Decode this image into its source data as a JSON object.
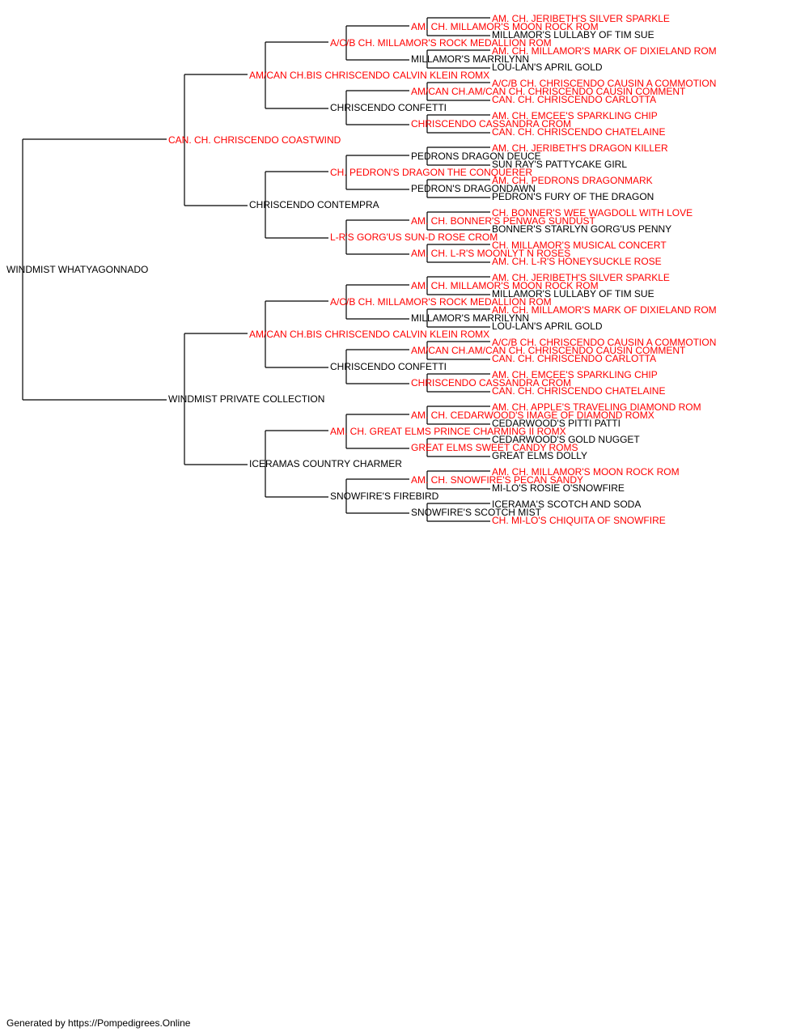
{
  "colors": {
    "champion": "#ff0000",
    "normal": "#000000",
    "line": "#000000"
  },
  "pedigree": {
    "name": "WINDMIST WHATYAGONNADO",
    "champion": false,
    "sire": {
      "name": "CAN. CH. CHRISCENDO COASTWIND",
      "champion": true,
      "sire": {
        "name": "AM/CAN CH.BIS CHRISCENDO CALVIN KLEIN ROMX",
        "champion": true,
        "sire": {
          "name": "A/C/B CH. MILLAMOR'S ROCK MEDALLION ROM",
          "champion": true,
          "sire": {
            "name": "AM. CH. MILLAMOR'S MOON ROCK ROM",
            "champion": true,
            "sire": {
              "name": "AM. CH. JERIBETH'S SILVER SPARKLE",
              "champion": true
            },
            "dam": {
              "name": "MILLAMOR'S LULLABY OF TIM SUE",
              "champion": false
            }
          },
          "dam": {
            "name": "MILLAMOR'S MARRILYNN",
            "champion": false,
            "sire": {
              "name": "AM. CH. MILLAMOR'S MARK OF DIXIELAND ROM",
              "champion": true
            },
            "dam": {
              "name": "LOU-LAN'S APRIL GOLD",
              "champion": false
            }
          }
        },
        "dam": {
          "name": "CHRISCENDO CONFETTI",
          "champion": false,
          "sire": {
            "name": "AM/CAN CH.AM/CAN CH. CHRISCENDO CAUSIN COMMENT",
            "champion": true,
            "sire": {
              "name": "A/C/B CH. CHRISCENDO CAUSIN A COMMOTION",
              "champion": true
            },
            "dam": {
              "name": "CAN. CH. CHRISCENDO CARLOTTA",
              "champion": true
            }
          },
          "dam": {
            "name": "CHRISCENDO CASSANDRA CROM",
            "champion": true,
            "sire": {
              "name": "AM. CH. EMCEE'S SPARKLING CHIP",
              "champion": true
            },
            "dam": {
              "name": "CAN. CH. CHRISCENDO CHATELAINE",
              "champion": true
            }
          }
        }
      },
      "dam": {
        "name": "CHRISCENDO CONTEMPRA",
        "champion": false,
        "sire": {
          "name": "CH. PEDRON'S DRAGON THE CONQUERER",
          "champion": true,
          "sire": {
            "name": "PEDRONS DRAGON DEUCE",
            "champion": false,
            "sire": {
              "name": "AM. CH. JERIBETH'S DRAGON KILLER",
              "champion": true
            },
            "dam": {
              "name": "SUN RAY'S PATTYCAKE GIRL",
              "champion": false
            }
          },
          "dam": {
            "name": "PEDRON'S DRAGONDAWN",
            "champion": false,
            "sire": {
              "name": "AM. CH. PEDRONS DRAGONMARK",
              "champion": true
            },
            "dam": {
              "name": "PEDRON'S FURY OF THE DRAGON",
              "champion": false
            }
          }
        },
        "dam": {
          "name": "L-R'S GORG'US SUN-D ROSE CROM",
          "champion": true,
          "sire": {
            "name": "AM. CH. BONNER'S PENWAG SUNDUST",
            "champion": true,
            "sire": {
              "name": "CH. BONNER'S WEE WAGDOLL WITH LOVE",
              "champion": true
            },
            "dam": {
              "name": "BONNER'S STARLYN GORG'US PENNY",
              "champion": false
            }
          },
          "dam": {
            "name": "AM. CH. L-R'S MOONLYT N ROSES",
            "champion": true,
            "sire": {
              "name": "CH. MILLAMOR'S MUSICAL CONCERT",
              "champion": true
            },
            "dam": {
              "name": "AM. CH. L-R'S HONEYSUCKLE ROSE",
              "champion": true
            }
          }
        }
      }
    },
    "dam": {
      "name": "WINDMIST PRIVATE COLLECTION",
      "champion": false,
      "sire": {
        "name": "AM/CAN CH.BIS CHRISCENDO CALVIN KLEIN ROMX",
        "champion": true,
        "sire": {
          "name": "A/C/B CH. MILLAMOR'S ROCK MEDALLION ROM",
          "champion": true,
          "sire": {
            "name": "AM. CH. MILLAMOR'S MOON ROCK ROM",
            "champion": true,
            "sire": {
              "name": "AM. CH. JERIBETH'S SILVER SPARKLE",
              "champion": true
            },
            "dam": {
              "name": "MILLAMOR'S LULLABY OF TIM SUE",
              "champion": false
            }
          },
          "dam": {
            "name": "MILLAMOR'S MARRILYNN",
            "champion": false,
            "sire": {
              "name": "AM. CH. MILLAMOR'S MARK OF DIXIELAND ROM",
              "champion": true
            },
            "dam": {
              "name": "LOU-LAN'S APRIL GOLD",
              "champion": false
            }
          }
        },
        "dam": {
          "name": "CHRISCENDO CONFETTI",
          "champion": false,
          "sire": {
            "name": "AM/CAN CH.AM/CAN CH. CHRISCENDO CAUSIN COMMENT",
            "champion": true,
            "sire": {
              "name": "A/C/B CH. CHRISCENDO CAUSIN A COMMOTION",
              "champion": true
            },
            "dam": {
              "name": "CAN. CH. CHRISCENDO CARLOTTA",
              "champion": true
            }
          },
          "dam": {
            "name": "CHRISCENDO CASSANDRA CROM",
            "champion": true,
            "sire": {
              "name": "AM. CH. EMCEE'S SPARKLING CHIP",
              "champion": true
            },
            "dam": {
              "name": "CAN. CH. CHRISCENDO CHATELAINE",
              "champion": true
            }
          }
        }
      },
      "dam": {
        "name": "ICERAMAS COUNTRY CHARMER",
        "champion": false,
        "sire": {
          "name": "AM. CH. GREAT ELMS PRINCE CHARMING II ROMX",
          "champion": true,
          "sire": {
            "name": "AM. CH. CEDARWOOD'S IMAGE OF DIAMOND ROMX",
            "champion": true,
            "sire": {
              "name": "AM. CH. APPLE'S TRAVELING DIAMOND ROM",
              "champion": true
            },
            "dam": {
              "name": "CEDARWOOD'S PITTI PATTI",
              "champion": false
            }
          },
          "dam": {
            "name": "GREAT ELMS SWEET CANDY ROMS",
            "champion": true,
            "sire": {
              "name": "CEDARWOOD'S GOLD NUGGET",
              "champion": false
            },
            "dam": {
              "name": "GREAT ELMS DOLLY",
              "champion": false
            }
          }
        },
        "dam": {
          "name": "SNOWFIRE'S FIREBIRD",
          "champion": false,
          "sire": {
            "name": "AM. CH. SNOWFIRE'S PECAN SANDY",
            "champion": true,
            "sire": {
              "name": "AM. CH. MILLAMOR'S MOON ROCK ROM",
              "champion": true
            },
            "dam": {
              "name": "MI-LO'S ROSIE O'SNOWFIRE",
              "champion": false
            }
          },
          "dam": {
            "name": "SNOWFIRE'S SCOTCH MIST",
            "champion": false,
            "sire": {
              "name": "ICERAMA'S SCOTCH AND SODA",
              "champion": false
            },
            "dam": {
              "name": "CH. MI-LO'S CHIQUITA OF SNOWFIRE",
              "champion": true
            }
          }
        }
      }
    }
  },
  "footer": {
    "text": "Generated by https://Pompedigrees.Online"
  }
}
